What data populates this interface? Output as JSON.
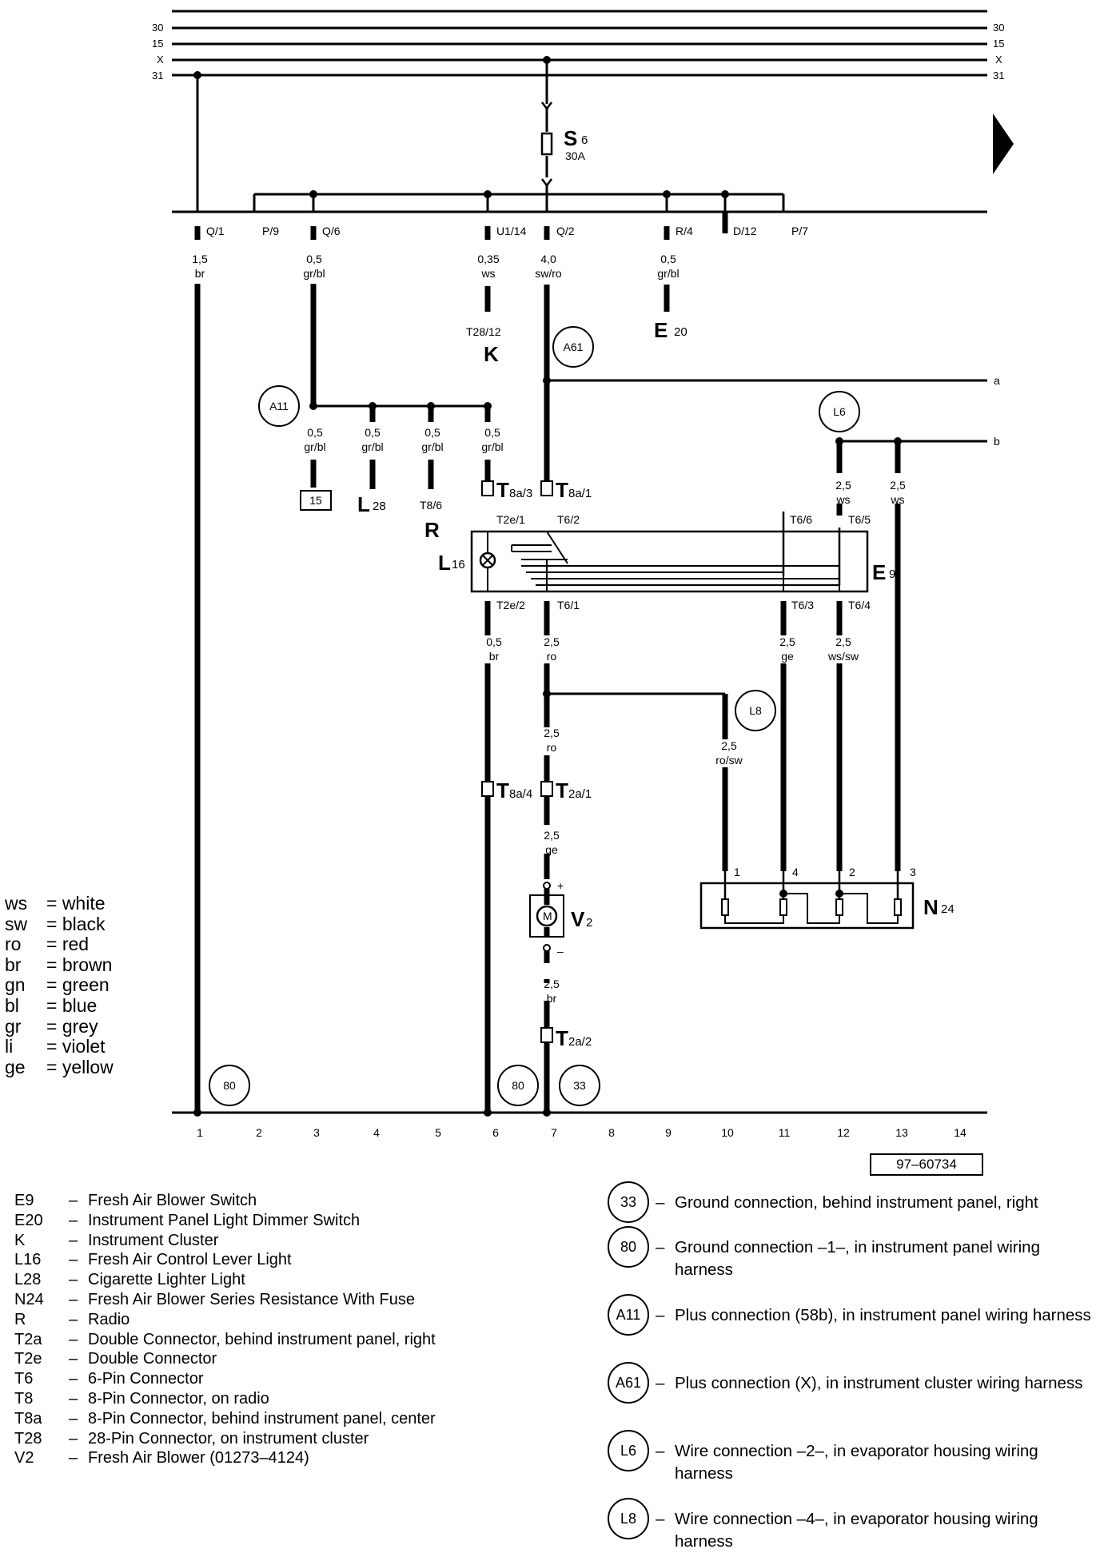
{
  "rails": {
    "left": [
      "30",
      "15",
      "X",
      "31"
    ],
    "right": [
      "30",
      "15",
      "X",
      "31"
    ]
  },
  "fuse": {
    "id": "S",
    "sub": "6",
    "rating": "30A"
  },
  "fuse_box_terminals": [
    "Q/1",
    "P/9",
    "Q/6",
    "U1/14",
    "Q/2",
    "R/4",
    "D/12",
    "P/7"
  ],
  "wires": {
    "w_q1": [
      "1,5",
      "br"
    ],
    "w_q6": [
      "0,5",
      "gr/bl"
    ],
    "w_u114": [
      "0,35",
      "ws"
    ],
    "w_q2": [
      "4,0",
      "sw/ro"
    ],
    "w_r4": [
      "0,5",
      "gr/bl"
    ],
    "w_a11_1": [
      "0,5",
      "gr/bl"
    ],
    "w_a11_2": [
      "0,5",
      "gr/bl"
    ],
    "w_a11_3": [
      "0,5",
      "gr/bl"
    ],
    "w_a11_4": [
      "0,5",
      "gr/bl"
    ],
    "w_l6_1": [
      "2,5",
      "ws"
    ],
    "w_l6_2": [
      "2,5",
      "ws"
    ],
    "w_t2e2": [
      "0,5",
      "br"
    ],
    "w_t61": [
      "2,5",
      "ro"
    ],
    "w_t63": [
      "2,5",
      "ge"
    ],
    "w_t64": [
      "2,5",
      "ws/sw"
    ],
    "w_ro2": [
      "2,5",
      "ro"
    ],
    "w_l8": [
      "2,5",
      "ro/sw"
    ],
    "w_ge": [
      "2,5",
      "ge"
    ],
    "w_br2": [
      "2,5",
      "br"
    ]
  },
  "labels": {
    "t28": "T28/12",
    "k": "K",
    "e20": "E",
    "e20_sub": "20",
    "a61": "A61",
    "a11": "A11",
    "l6": "L6",
    "l8": "L8",
    "box15": "15",
    "l28": "L",
    "l28_sub": "28",
    "t86": "T8/6",
    "r": "R",
    "t8a3": "T",
    "t8a3_sub": "8a/3",
    "t8a1": "T",
    "t8a1_sub": "8a/1",
    "t2e1": "T2e/1",
    "t62": "T6/2",
    "t66": "T6/6",
    "t65": "T6/5",
    "l16": "L",
    "l16_sub": "16",
    "e9": "E",
    "e9_sub": "9",
    "t2e2": "T2e/2",
    "t61": "T6/1",
    "t63": "T6/3",
    "t64": "T6/4",
    "t8a4": "T",
    "t8a4_sub": "8a/4",
    "t2a1": "T",
    "t2a1_sub": "2a/1",
    "v2": "V",
    "v2_sub": "2",
    "motor": "M",
    "plus": "+",
    "minus": "–",
    "t2a2": "T",
    "t2a2_sub": "2a/2",
    "n24": "N",
    "n24_sub": "24",
    "n24_p1": "1",
    "n24_p4": "4",
    "n24_p2": "2",
    "n24_p3": "3",
    "out_a": "a",
    "out_b": "b",
    "g80a": "80",
    "g80b": "80",
    "g33": "33"
  },
  "columns": [
    "1",
    "2",
    "3",
    "4",
    "5",
    "6",
    "7",
    "8",
    "9",
    "10",
    "11",
    "12",
    "13",
    "14"
  ],
  "document_number": "97–60734",
  "color_legend": [
    {
      "abbr": "ws",
      "name": "= white"
    },
    {
      "abbr": "sw",
      "name": "= black"
    },
    {
      "abbr": "ro",
      "name": "= red"
    },
    {
      "abbr": "br",
      "name": "= brown"
    },
    {
      "abbr": "gn",
      "name": "= green"
    },
    {
      "abbr": "bl",
      "name": "= blue"
    },
    {
      "abbr": "gr",
      "name": "= grey"
    },
    {
      "abbr": "li",
      "name": "= violet"
    },
    {
      "abbr": "ge",
      "name": "= yellow"
    }
  ],
  "components": [
    {
      "code": "E9",
      "desc": "Fresh Air Blower Switch"
    },
    {
      "code": "E20",
      "desc": "Instrument Panel Light Dimmer Switch"
    },
    {
      "code": "K",
      "desc": "Instrument Cluster"
    },
    {
      "code": "L16",
      "desc": "Fresh Air Control Lever Light"
    },
    {
      "code": "L28",
      "desc": "Cigarette Lighter Light"
    },
    {
      "code": "N24",
      "desc": "Fresh Air Blower Series Resistance With Fuse"
    },
    {
      "code": "R",
      "desc": "Radio"
    },
    {
      "code": "T2a",
      "desc": "Double Connector, behind instrument panel, right"
    },
    {
      "code": "T2e",
      "desc": "Double Connector"
    },
    {
      "code": "T6",
      "desc": "6-Pin Connector"
    },
    {
      "code": "T8",
      "desc": "8-Pin Connector, on radio"
    },
    {
      "code": "T8a",
      "desc": "8-Pin Connector, behind instrument panel, center"
    },
    {
      "code": "T28",
      "desc": "28-Pin Connector, on instrument cluster"
    },
    {
      "code": "V2",
      "desc": "Fresh Air Blower (01273–4124)"
    }
  ],
  "connections": [
    {
      "id": "33",
      "desc": "Ground connection, behind instrument panel, right"
    },
    {
      "id": "80",
      "desc": "Ground connection –1–, in instrument panel wiring harness"
    },
    {
      "id": "A11",
      "desc": "Plus connection (58b), in instrument panel wiring harness"
    },
    {
      "id": "A61",
      "desc": "Plus connection (X), in instrument cluster wiring harness"
    },
    {
      "id": "L6",
      "desc": "Wire connection –2–, in evaporator housing wiring harness"
    },
    {
      "id": "L8",
      "desc": "Wire connection –4–, in evaporator housing wiring harness"
    }
  ]
}
